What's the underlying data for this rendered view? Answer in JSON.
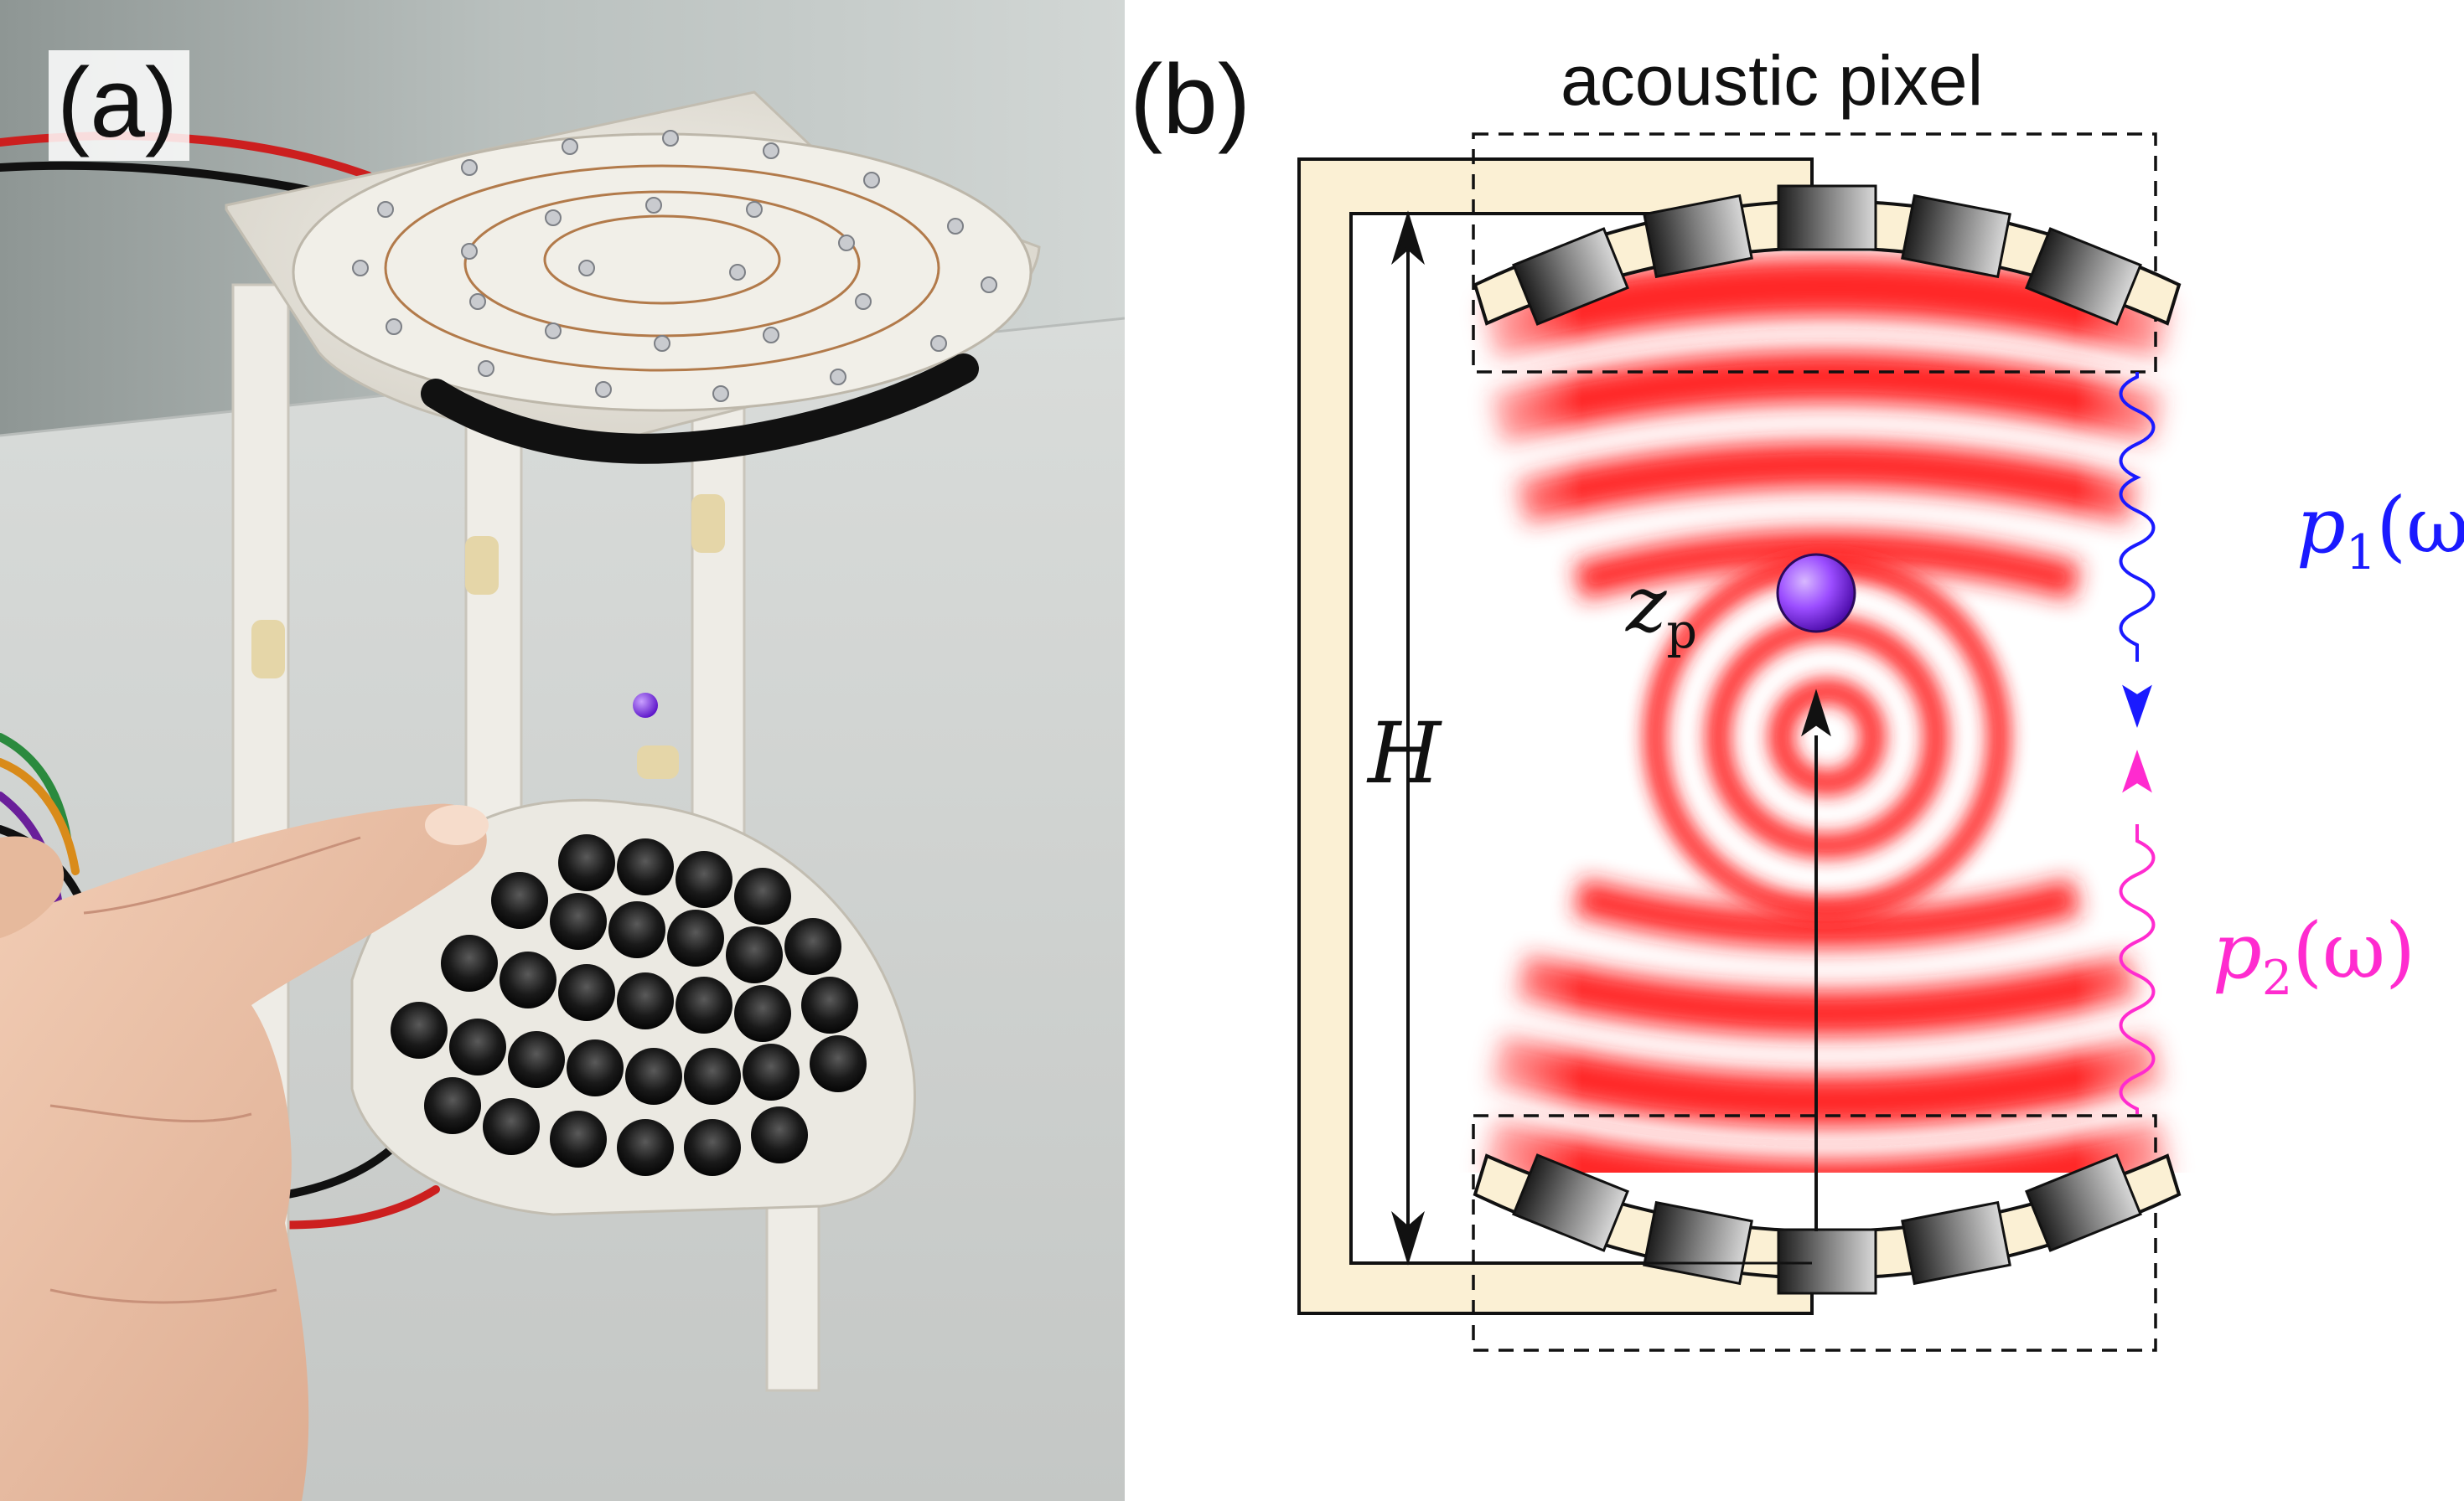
{
  "panel_a": {
    "label": "(a)"
  },
  "panel_b": {
    "label": "(b)",
    "caption": "acoustic pixel",
    "height_symbol": "H",
    "particle_symbol": "z",
    "particle_subscript": "p",
    "wave1": {
      "symbol": "p",
      "subscript": "1",
      "argument": "(ω)",
      "color": "#1a1aff"
    },
    "wave2": {
      "symbol": "p",
      "subscript": "2",
      "argument": "(ω)",
      "color": "#ff2bcf"
    },
    "particle_color": "#8a2be2",
    "frame_color": "#fbf0d4",
    "field_color": "#ff1e1e"
  }
}
